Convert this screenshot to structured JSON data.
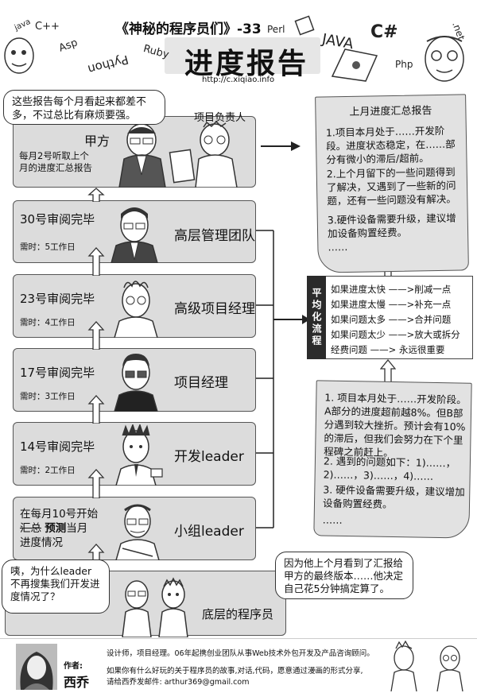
{
  "header": {
    "series": "《神秘的程序员们》-33",
    "title": "进度报告",
    "url": "http://c.xiqiao.info",
    "languages": [
      "C++",
      "Asp",
      "Python",
      "Ruby",
      "Perl",
      "JAVA",
      "C#",
      "Php",
      ".net"
    ]
  },
  "top": {
    "bubble": "这些报告每个月看起来都差不多，不过总比有麻烦要强。",
    "label_a": "甲方",
    "label_b": "项目负责人",
    "desc": "每月2号听取上个月的进度汇总报告"
  },
  "levels": [
    {
      "time": "30号审阅完毕",
      "duration": "需时：5工作日",
      "role": "高层管理团队"
    },
    {
      "time": "23号审阅完毕",
      "duration": "需时：4工作日",
      "role": "高级项目经理"
    },
    {
      "time": "17号审阅完毕",
      "duration": "需时：3工作日",
      "role": "项目经理"
    },
    {
      "time": "14号审阅完毕",
      "duration": "需时：2工作日",
      "role": "开发leader"
    }
  ],
  "group_leader": {
    "line1": "在每月10号开始",
    "struck": "汇总",
    "bold": "预测",
    "line2_rest": "当月",
    "line3": "进度情况",
    "role": "小组leader"
  },
  "bottom": {
    "left_bubble": "咦，为什么leader不再搜集我们开发进度情况了？",
    "right_bubble": "因为他上个月看到了汇报给甲方的最终版本……他决定自己花5分钟搞定算了。",
    "role": "底层的程序员"
  },
  "report_top": {
    "title": "上月进度汇总报告",
    "p1": "1.项目本月处于……开发阶段。进度状态稳定，在……部分有微小的滞后/超前。",
    "p2": "2.上个月留下的一些问题得到了解决，又遇到了一些新的问题，还有一些问题没有解决。",
    "p3": "3.硬件设备需要升级，建议增加设备购置经费。",
    "p4": "……"
  },
  "rules": {
    "tag": "平均化流程",
    "lines": [
      "如果进度太快 ——>削减一点",
      "如果进度太慢 ——>补充一点",
      "如果问题太多 ——>合并问题",
      "如果问题太少 ——>放大或拆分",
      "经费问题 ——> 永远很重要"
    ]
  },
  "report_bottom": {
    "p1": "1. 项目本月处于……开发阶段。A部分的进度超前越8%。但B部分遇到较大挫折。预计会有10%的滞后，但我们会努力在下个里程碑之前赶上。",
    "p2": "2. 遇到的问题如下：1)……，2)……，3)……，4)……",
    "p3": "3. 硬件设备需要升级，建议增加设备购置经费。",
    "p4": "……"
  },
  "footer": {
    "author_label": "作者:",
    "author_name": "西乔",
    "bio": "设计师，项目经理。06年起携创业团队从事Web技术外包开发及产品咨询顾问。",
    "contact1": "如果你有什么好玩的关于程序员的故事,对话,代码，愿意通过漫画的形式分享,",
    "contact2": "请给西乔发邮件: arthur369@gmail.com"
  }
}
